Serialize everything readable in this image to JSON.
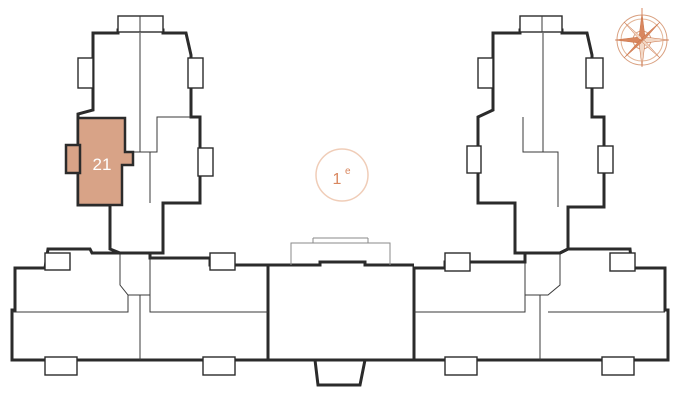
{
  "floor": {
    "label": "1",
    "superscript": "e"
  },
  "highlighted_unit": {
    "number": "21"
  },
  "colors": {
    "unit_highlight": "#d8a387",
    "accent": "#d9875f",
    "walls": "#2b2b2b"
  },
  "icons": {
    "compass": "compass-rose-icon"
  }
}
